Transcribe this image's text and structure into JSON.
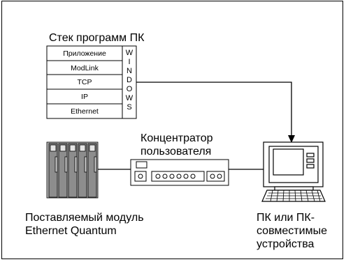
{
  "stack": {
    "title": "Стек программ ПК",
    "layers": [
      "Приложение",
      "ModLink",
      "TCP",
      "IP",
      "Ethernet"
    ],
    "os_letters": [
      "W",
      "I",
      "N",
      "D",
      "O",
      "W",
      "S"
    ]
  },
  "hub": {
    "label_line1": "Концентратор",
    "label_line2": "пользователя"
  },
  "module": {
    "label_line1": "Поставляемый модуль",
    "label_line2": "Ethernet Quantum"
  },
  "pc": {
    "label_line1": "ПК или ПК-",
    "label_line2": "совместимые",
    "label_line3": "устройства"
  }
}
